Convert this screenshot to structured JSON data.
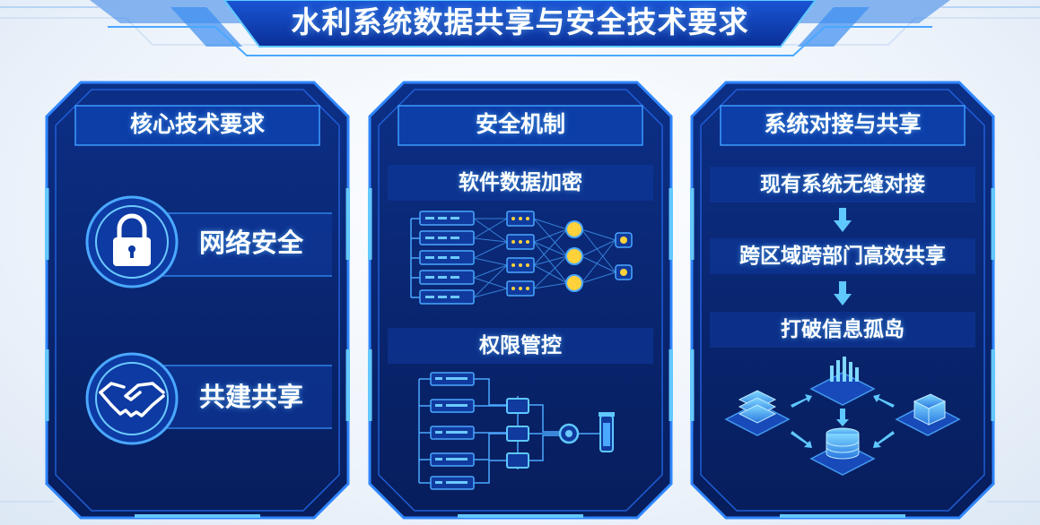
{
  "title": "水利系统数据共享与安全技术要求",
  "colors": {
    "panel_bg": "#0a2a7a",
    "panel_border": "#2f86ff",
    "glow": "#5fc8ff",
    "accent_yellow": "#ffd23c",
    "title_bar": "#0b3aa8"
  },
  "panels": [
    {
      "header": "核心技术要求",
      "items": [
        {
          "label": "网络安全",
          "icon": "lock-icon"
        },
        {
          "label": "共建共享",
          "icon": "handshake-icon"
        }
      ]
    },
    {
      "header": "安全机制",
      "sections": [
        {
          "title": "软件数据加密",
          "icon": "encryption-network-icon"
        },
        {
          "title": "权限管控",
          "icon": "access-control-flow-icon"
        }
      ]
    },
    {
      "header": "系统对接与共享",
      "steps": [
        "现有系统无缝对接",
        "跨区域跨部门高效共享",
        "打破信息孤岛"
      ],
      "icon": "data-sharing-network-icon"
    }
  ]
}
